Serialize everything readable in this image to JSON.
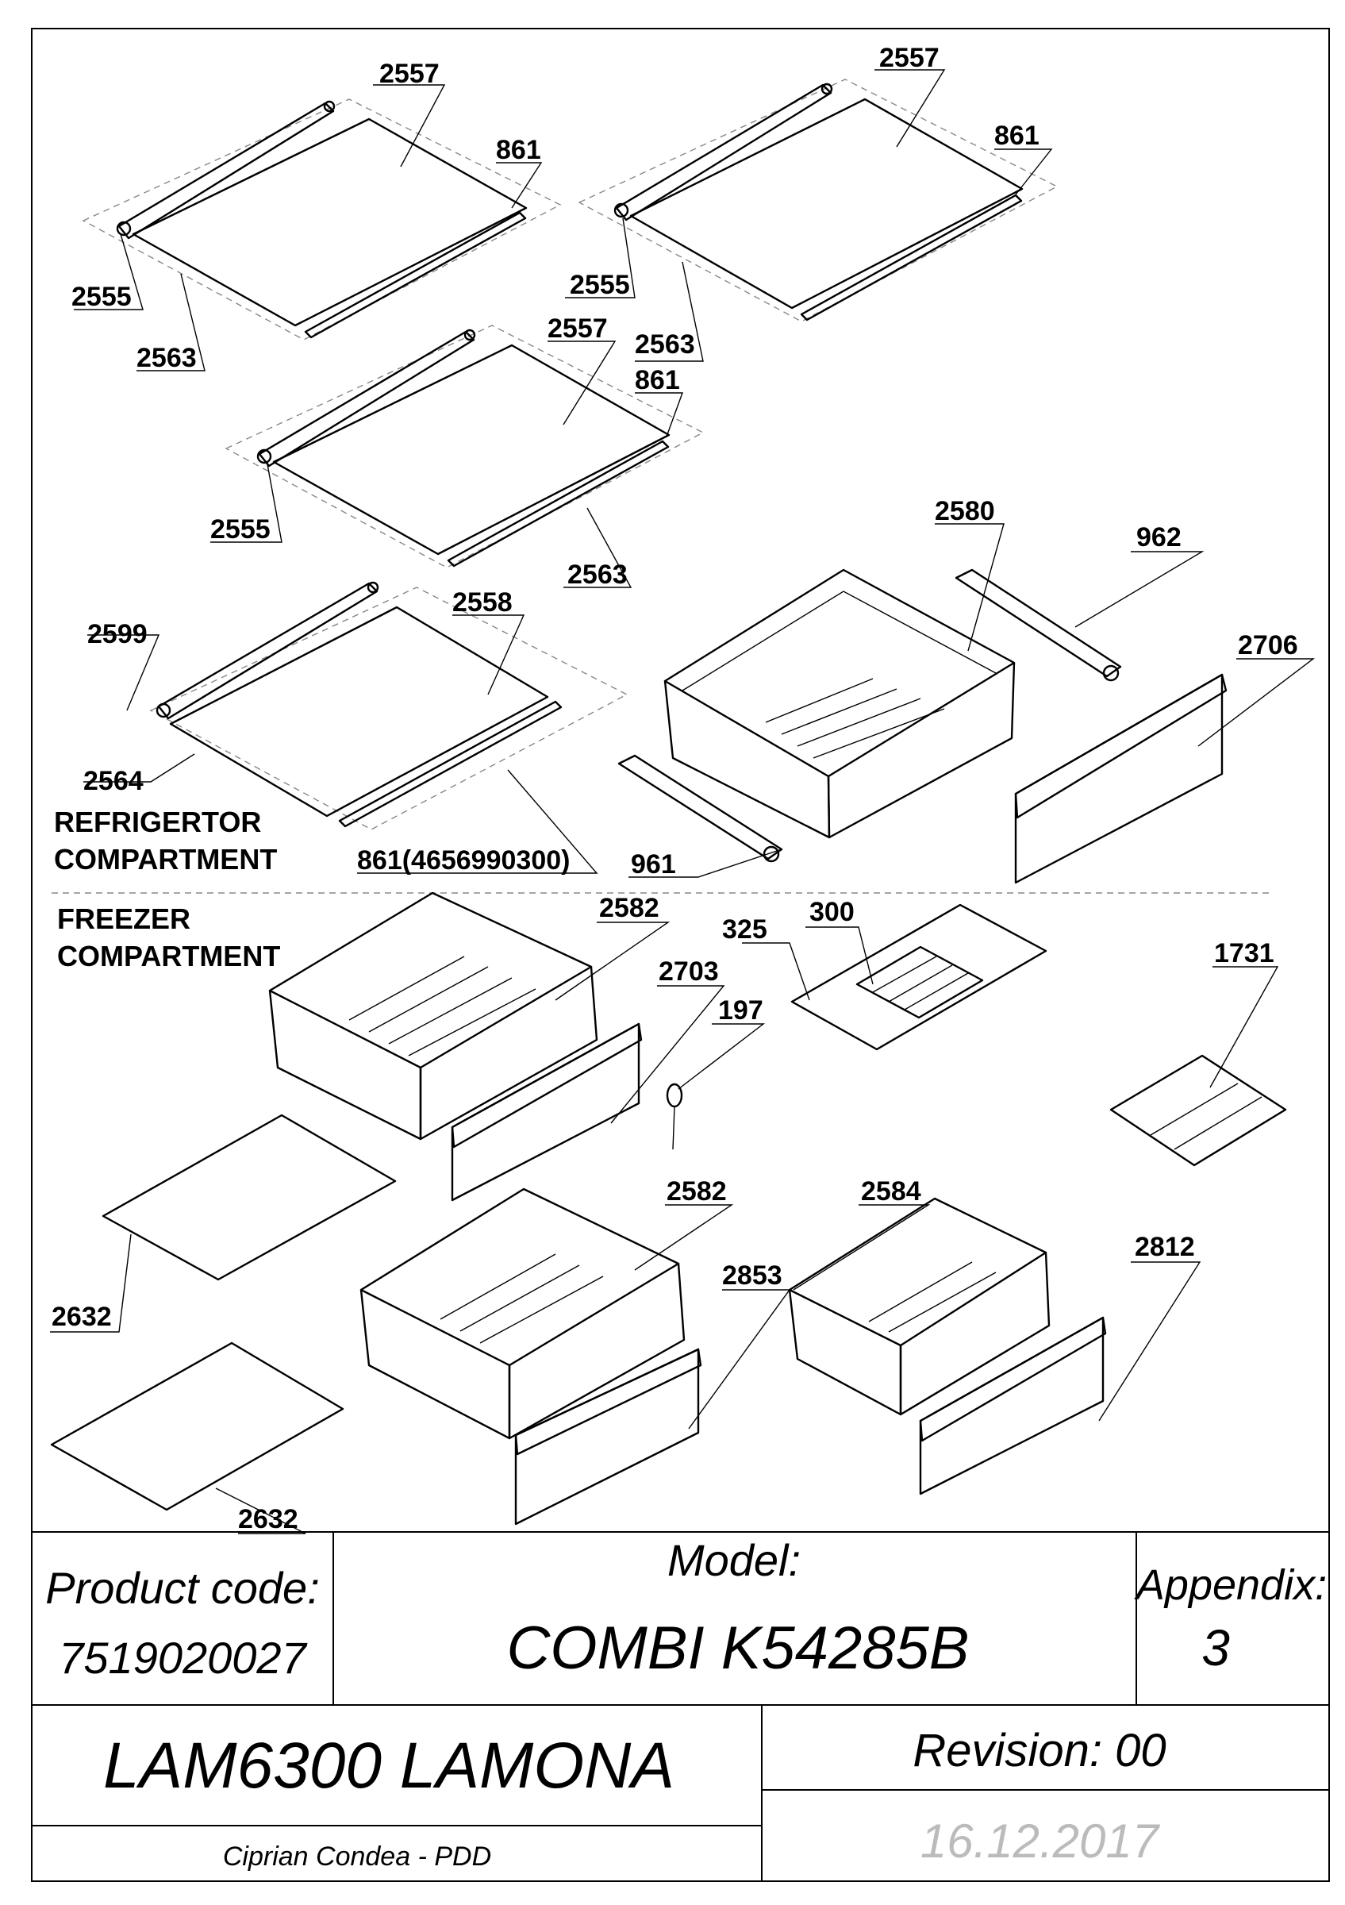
{
  "diagram": {
    "sections": {
      "refrigerator": [
        "REFRIGERTOR",
        "COMPARTMENT"
      ],
      "freezer": [
        "FREEZER",
        "COMPARTMENT"
      ]
    },
    "labels": {
      "p2557a": "2557",
      "p861a": "861",
      "p2555a": "2555",
      "p2563a": "2563",
      "p2557b": "2557",
      "p861b": "861",
      "p2555b": "2555",
      "p2563b": "2563",
      "p2557c": "2557",
      "p861c": "861",
      "p2555c": "2555",
      "p2563c": "2563",
      "p2599": "2599",
      "p2558": "2558",
      "p2564": "2564",
      "p861d": "861(4656990300)",
      "p2580": "2580",
      "p962": "962",
      "p2706": "2706",
      "p961": "961",
      "p2582a": "2582",
      "p2703": "2703",
      "p197": "197",
      "p300": "300",
      "p325": "325",
      "p1731": "1731",
      "p2632a": "2632",
      "p2582b": "2582",
      "p2853": "2853",
      "p2584": "2584",
      "p2812": "2812",
      "p2632b": "2632"
    }
  },
  "title_block": {
    "product_code_label": "Product code:",
    "product_code": "7519020027",
    "model_label": "Model:",
    "model": "COMBI K54285B",
    "appendix_label": "Appendix:",
    "appendix": "3",
    "company": "LAM6300 LAMONA",
    "revision": "Revision: 00",
    "author": "Ciprian Condea - PDD",
    "date": "16.12.2017"
  }
}
